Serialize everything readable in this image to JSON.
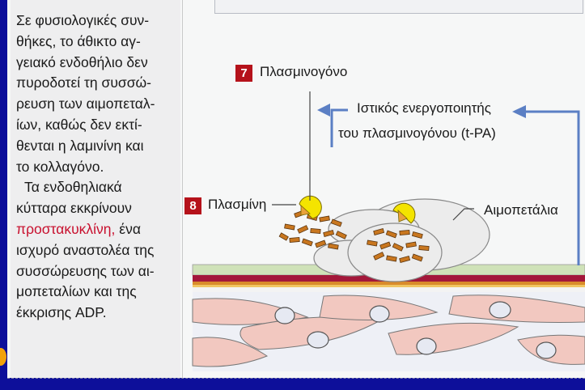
{
  "text_lines": [
    "Σε φυσιολογικές συν-",
    "θήκες, το άθικτο αγ-",
    "γειακό ενδοθήλιο δεν",
    "πυροδοτεί τη συσσώ-",
    "ρευση των αιμοπεταλ-",
    "ίων, καθώς δεν εκτί-",
    "θενται η λαμινίνη και",
    "το κολλαγόνο.",
    "Τα ενδοθηλιακά",
    "κύτταρα εκκρίνουν",
    "ένα",
    "ισχυρό αναστολέα της",
    "συσσώρευσης των αι-",
    "μοπεταλίων και της",
    "έκκρισης ADP."
  ],
  "highlight_word": "προστακυκλίνη,",
  "labels": {
    "badge7": "7",
    "plasminogen": "Πλασμινογόνο",
    "tpa_line1": "Ιστικός ενεργοποιητής",
    "tpa_line2": "του πλασμινογόνου (t-PA)",
    "badge8": "8",
    "plasmin": "Πλασμίνη",
    "platelets": "Αιμοπετάλια"
  },
  "colors": {
    "background": "#0d0f9a",
    "badge": "#b5121b",
    "highlight": "#c8102e",
    "arrow": "#5b7fc4",
    "fibrin": "#c9771f",
    "enzyme": "#f4e400"
  }
}
